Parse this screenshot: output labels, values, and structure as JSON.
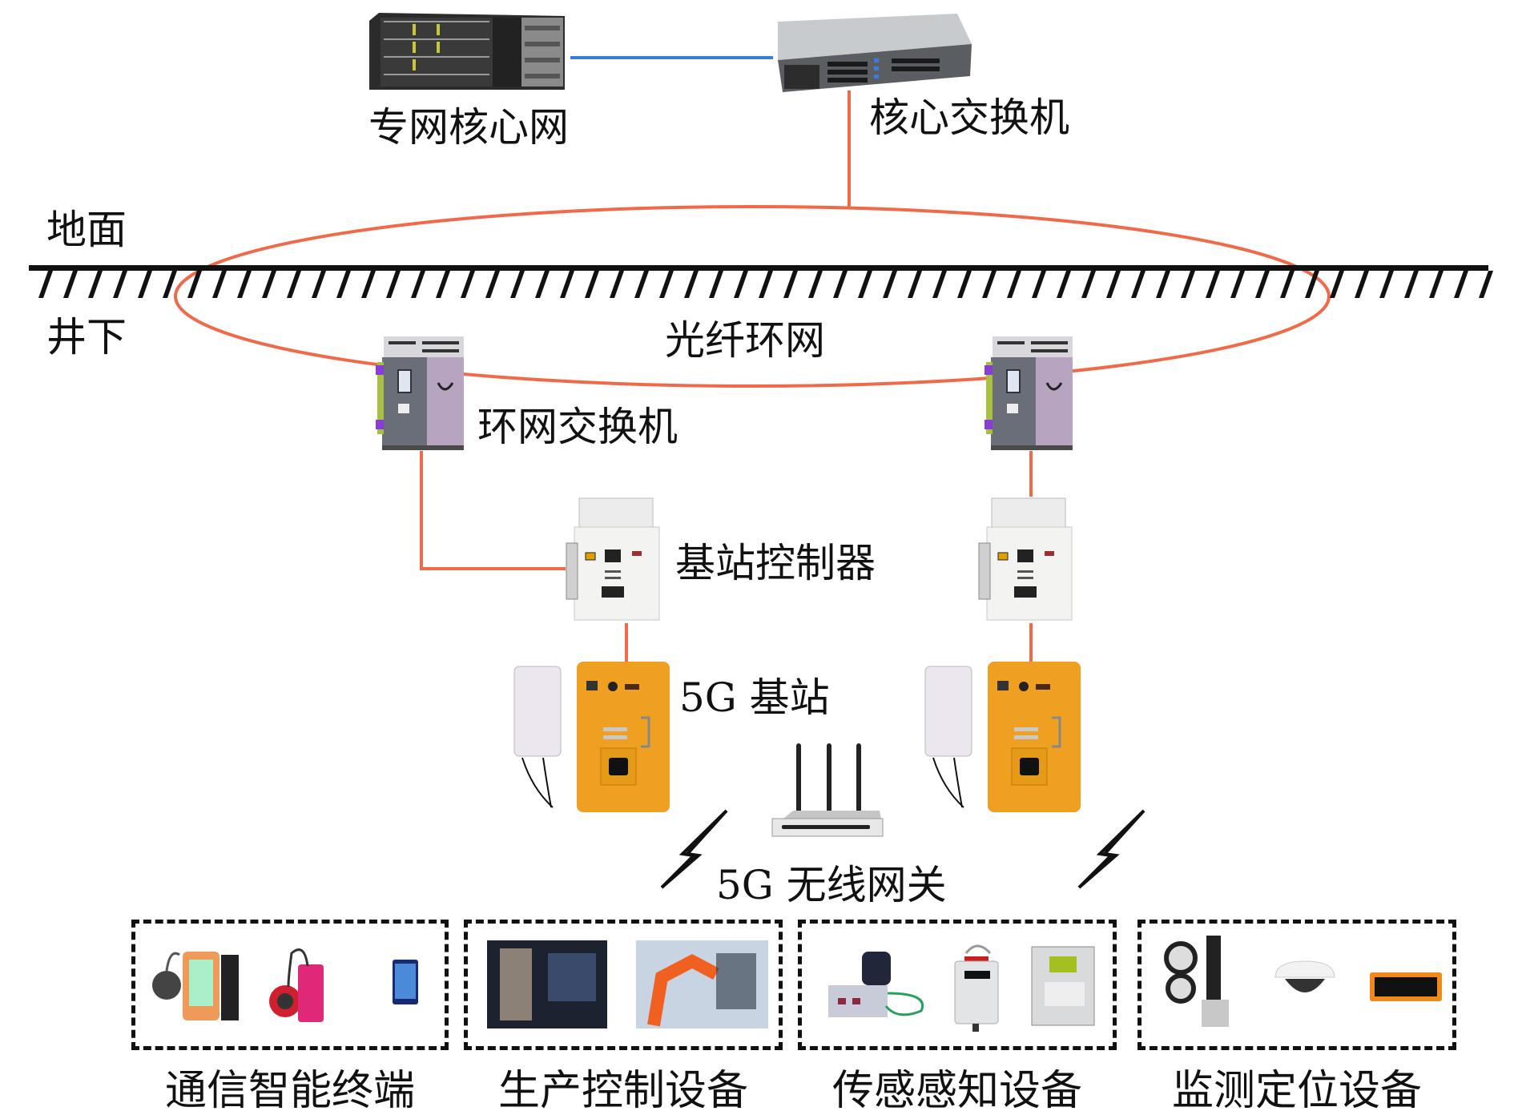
{
  "title": "5G private network architecture for underground mining",
  "surface": {
    "zone_label": "地面",
    "core_network_label": "专网核心网",
    "core_switch_label": "核心交换机"
  },
  "underground": {
    "zone_label": "井下",
    "ring_label": "光纤环网",
    "ring_switch_label": "环网交换机",
    "controller_label": "基站控制器",
    "base_station_label": "5G 基站",
    "gateway_label": "5G 无线网关"
  },
  "device_groups": [
    {
      "label": "通信智能终端",
      "devices": [
        "miner-cap-lamp-terminal",
        "cap-lamp",
        "smartphone"
      ]
    },
    {
      "label": "生产控制设备",
      "devices": [
        "mining-machine",
        "industrial-robot-arm"
      ]
    },
    {
      "label": "传感感知设备",
      "devices": [
        "gas-sensor-station",
        "methane-detector",
        "monitoring-substation"
      ]
    },
    {
      "label": "监测定位设备",
      "devices": [
        "ptz-camera",
        "dome-camera",
        "positioning-beacon"
      ]
    }
  ],
  "colors": {
    "fiber_link": "#f06a4a",
    "core_link": "#3b7be0",
    "base_station_body": "#f0a020",
    "ground_line": "#111111"
  }
}
